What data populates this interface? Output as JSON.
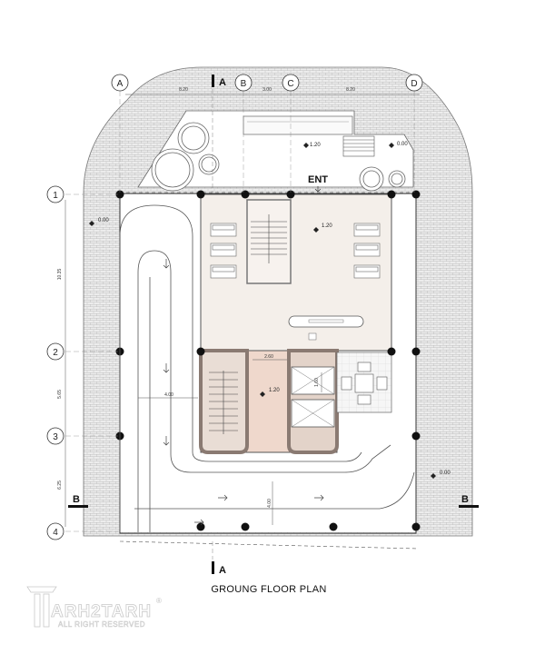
{
  "title": "GROUNG FLOOR PLAN",
  "entrance_label": "ENT",
  "grid_columns": [
    "A",
    "B",
    "C",
    "D"
  ],
  "grid_rows": [
    "1",
    "2",
    "3",
    "4"
  ],
  "section_labels": {
    "a_top": "A",
    "a_bottom": "A",
    "b_left": "B",
    "b_right": "B"
  },
  "dimensions": {
    "top_ab": "8.20",
    "top_bc": "3.00",
    "top_cd": "8.20",
    "side_12": "10.35",
    "side_23": "5.65",
    "side_34": "6.25",
    "core_width": "2.60",
    "core_depth": "1.60",
    "ramp_width_1": "4.00",
    "ramp_width_2": "4.00"
  },
  "levels": {
    "garden_top": "1.20",
    "stair_landing_top": "0.00",
    "lobby": "1.20",
    "parking_left": "0.00",
    "core": "1.20",
    "parking_right": "0.00"
  },
  "watermark": {
    "brand": "ARH2TARH",
    "tagline": "ALL RIGHT RESERVED",
    "registered": "®"
  },
  "colors": {
    "paving": "#e6e6e6",
    "lobby_fill": "#f4efea",
    "core_fill": "#efd8cc",
    "wall": "#8a7a72",
    "lines": "#333333"
  }
}
